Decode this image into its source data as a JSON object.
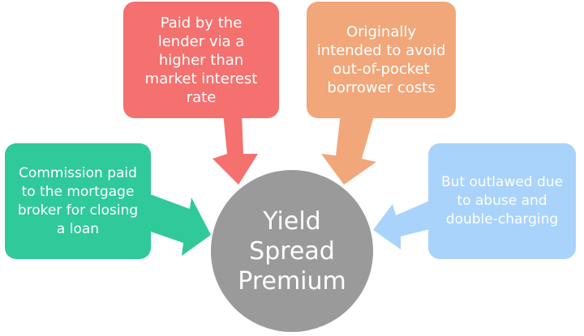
{
  "center": {
    "label": "Yield\nSpread\nPremium"
  },
  "boxes": {
    "top_left": "Paid by the\nlender via a\nhigher than\nmarket interest\nrate",
    "top_right": "Originally\nintended to avoid\nout-of-pocket\nborrower costs",
    "left": "Commission paid\nto the mortgage\nbroker for closing\na loan",
    "right": "But outlawed due\nto abuse and\ndouble-charging"
  },
  "colors": {
    "top_left": "#f4716f",
    "top_right": "#f1a77a",
    "left": "#2fc99a",
    "right": "#a9d3fb",
    "center": "#9a9a9a"
  }
}
